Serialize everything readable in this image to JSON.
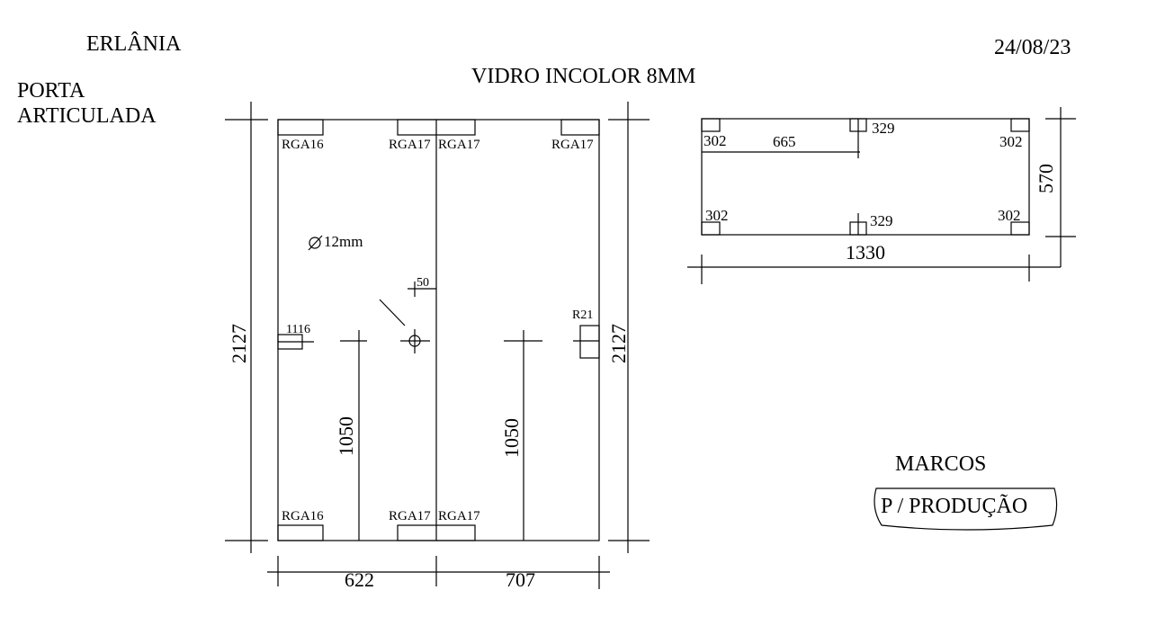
{
  "header": {
    "client": "ERLÂNIA",
    "date": "24/08/23",
    "product_line1": "PORTA",
    "product_line2": "ARTICULADA",
    "material": "VIDRO INCOLOR 8MM"
  },
  "door": {
    "height_left": "2127",
    "height_right": "2127",
    "width_left": "622",
    "width_right": "707",
    "handle_height_left": "1050",
    "handle_height_right": "1050",
    "hole": "12mm",
    "hole_offset": "50",
    "lock": "1116",
    "hinge_right": "R21",
    "fittings": {
      "top_left": "RGA16",
      "top_mid_left": "RGA17",
      "top_mid_right": "RGA17",
      "top_right": "RGA17",
      "bottom_left": "RGA16",
      "bottom_mid_left": "RGA17",
      "bottom_mid_right": "RGA17"
    }
  },
  "panel": {
    "width": "1330",
    "height": "570",
    "top_left": "302",
    "top_right": "302",
    "bottom_left": "302",
    "bottom_right": "302",
    "half": "665",
    "top_center": "329",
    "bottom_center": "329"
  },
  "footer": {
    "author": "MARCOS",
    "stamp": "P / PRODUÇÃO"
  }
}
